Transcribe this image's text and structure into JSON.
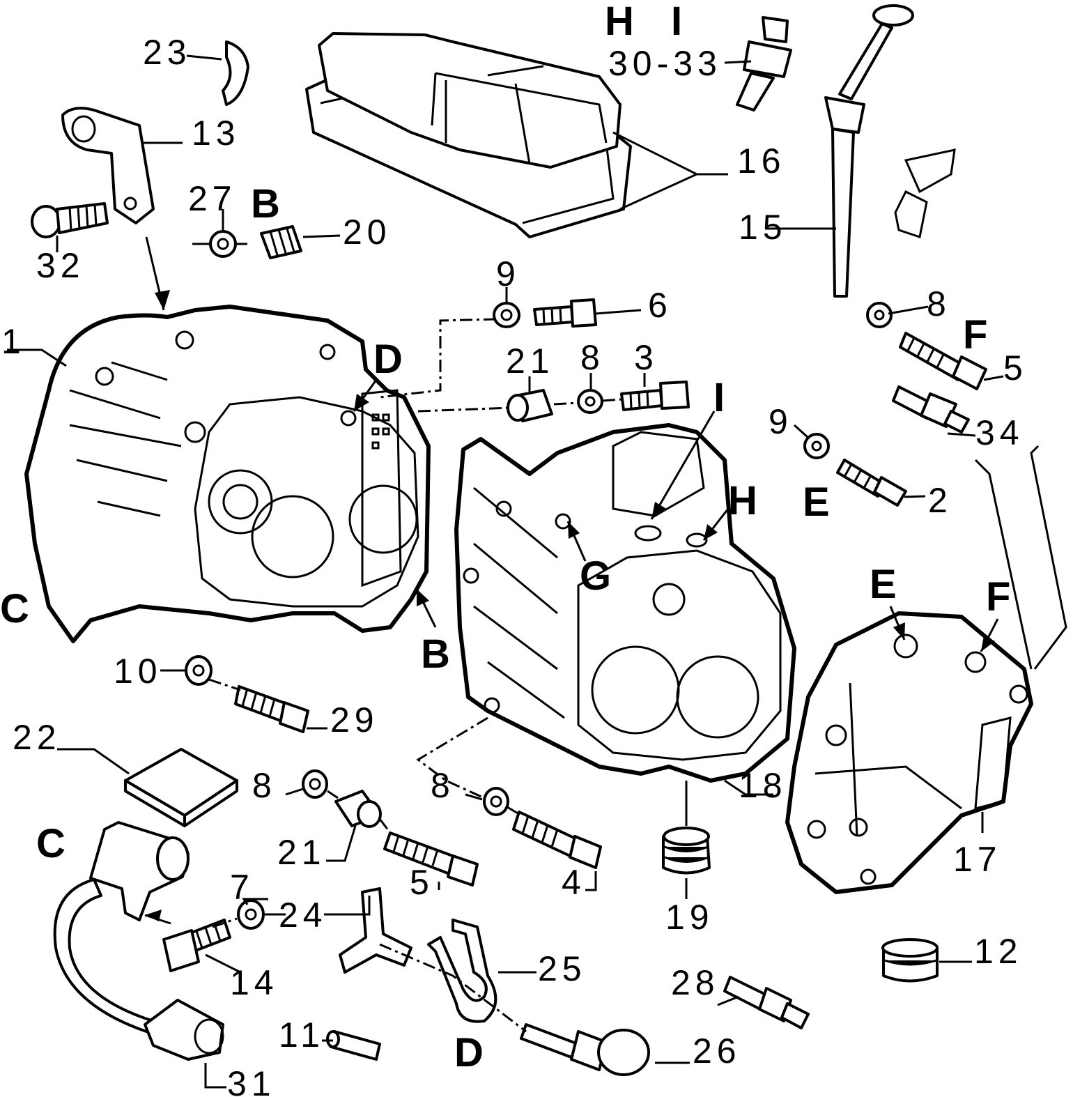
{
  "part_numbers": {
    "p1": "1",
    "p2": "2",
    "p3": "3",
    "p4": "4",
    "p5a": "5",
    "p5b": "5",
    "p6": "6",
    "p7": "7",
    "p8a": "8",
    "p8b": "8",
    "p8c": "8",
    "p8d": "8",
    "p9a": "9",
    "p9b": "9",
    "p10": "10",
    "p11": "11",
    "p12": "12",
    "p13": "13",
    "p14": "14",
    "p15": "15",
    "p16": "16",
    "p17": "17",
    "p18": "18",
    "p19": "19",
    "p20": "20",
    "p21a": "21",
    "p21b": "21",
    "p22": "22",
    "p23": "23",
    "p24": "24",
    "p25": "25",
    "p26": "26",
    "p27": "27",
    "p28": "28",
    "p29": "29",
    "p30_33": "30-33",
    "p31": "31",
    "p32": "32",
    "p34": "34"
  },
  "reference_letters": {
    "b_top": "B",
    "b_mid": "B",
    "c_left": "C",
    "c_bottom": "C",
    "d_top": "D",
    "d_bottom": "D",
    "e_mid": "E",
    "e_cover": "E",
    "f_top": "F",
    "f_cover": "F",
    "g": "G",
    "h_top": "H",
    "h_mid": "H",
    "i_top": "I",
    "i_mid": "I"
  }
}
